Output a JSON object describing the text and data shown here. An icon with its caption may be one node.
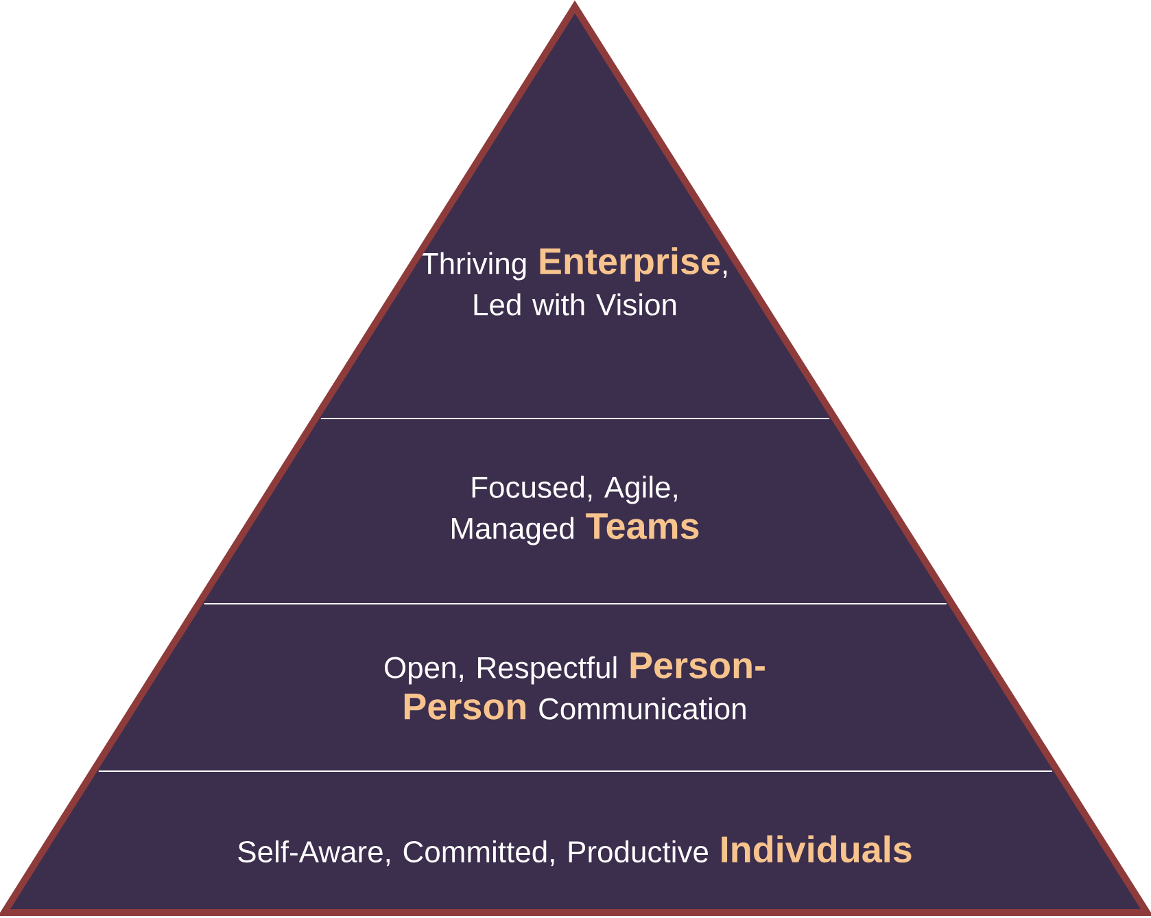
{
  "diagram": {
    "nodes": [
      {
        "text": [
          "Thriving **Enterprise**, Led with Vision"
        ]
      },
      {
        "text": [
          "Focused, Agile, Managed **Teams**"
        ]
      },
      {
        "text": [
          "Open, Respectful **Person-Person** Communication"
        ]
      },
      {
        "text": [
          "Self-Aware, Committed, Productive **Individuals**"
        ]
      }
    ]
  }
}
